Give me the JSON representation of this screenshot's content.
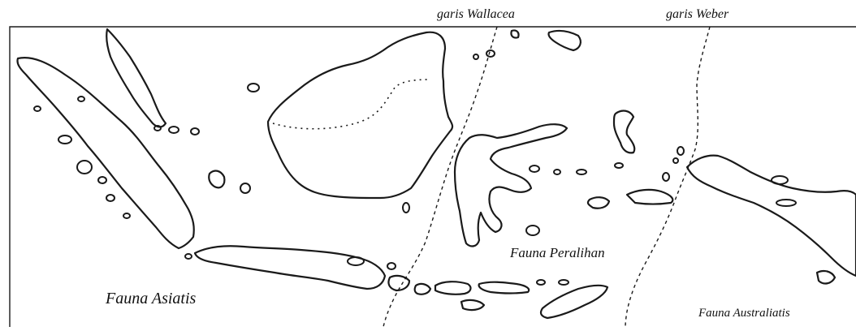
{
  "labels": {
    "wallace_line": "garis Wallacea",
    "weber_line": "garis Weber",
    "fauna_asiatis": "Fauna Asiatis",
    "fauna_peralihan": "Fauna Peralihan",
    "fauna_australiatis": "Fauna Australiatis"
  },
  "colors": {
    "ink": "#1a1a1a",
    "background": "#ffffff"
  }
}
